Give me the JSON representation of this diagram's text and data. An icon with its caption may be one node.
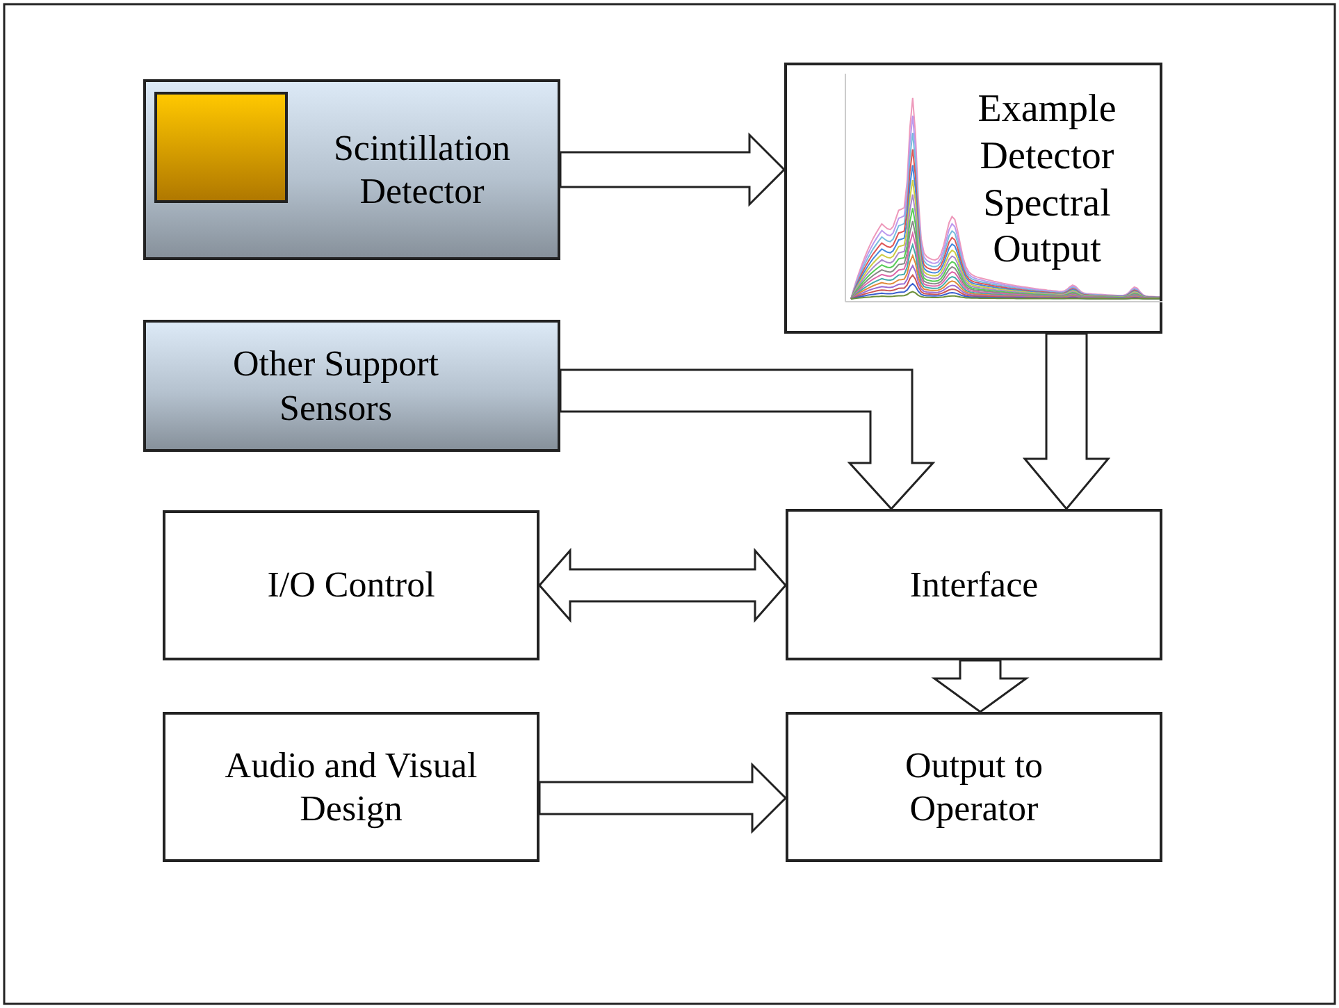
{
  "diagram": {
    "nodes": [
      {
        "text": [
          "Scintillation Detector"
        ]
      },
      {
        "text": [
          "Example Detector Spectral Output"
        ]
      },
      {
        "text": [
          "Other Support Sensors"
        ]
      },
      {
        "text": [
          "I/O Control"
        ]
      },
      {
        "text": [
          "Interface"
        ]
      },
      {
        "text": [
          "Audio and Visual Design"
        ]
      },
      {
        "text": [
          "Output to Operator"
        ]
      }
    ],
    "edges": [
      {
        "from": 0,
        "to": 1,
        "arrow": "to"
      },
      {
        "from": 1,
        "to": 4,
        "arrow": "to"
      },
      {
        "from": 2,
        "to": 4,
        "arrow": "to"
      },
      {
        "from": 3,
        "to": 4,
        "arrow": "both"
      },
      {
        "from": 4,
        "to": 6,
        "arrow": "to"
      },
      {
        "from": 5,
        "to": 6,
        "arrow": "to"
      }
    ]
  }
}
